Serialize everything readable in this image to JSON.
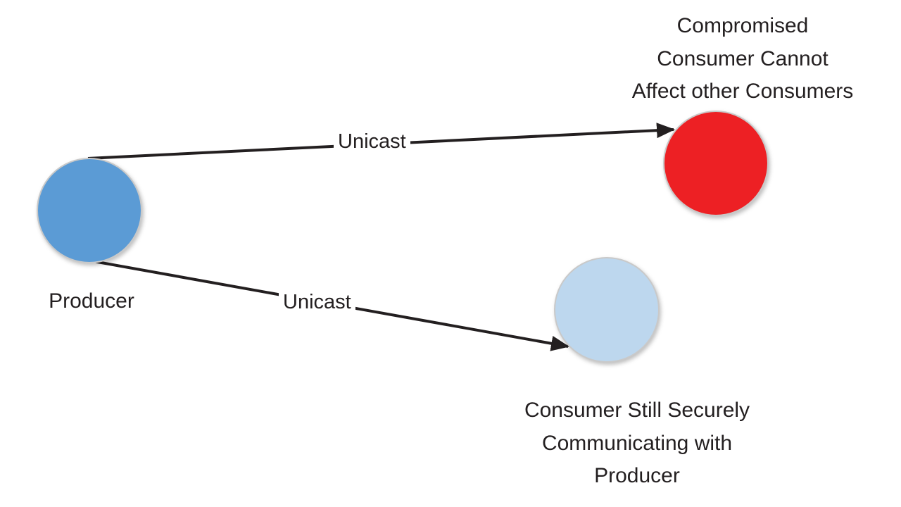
{
  "diagram": {
    "background": "#FFFFFF",
    "nodes": [
      {
        "id": "producer",
        "label": "Producer",
        "color": "#5B9BD5"
      },
      {
        "id": "compromised-consumer",
        "label": "Compromised\nConsumer Cannot\nAffect other Consumers",
        "color": "#ED2024"
      },
      {
        "id": "secure-consumer",
        "label": "Consumer Still Securely\nCommunicating with\nProducer",
        "color": "#BDD7EE"
      }
    ],
    "edges": [
      {
        "from": "producer",
        "to": "compromised-consumer",
        "label": "Unicast"
      },
      {
        "from": "producer",
        "to": "secure-consumer",
        "label": "Unicast"
      }
    ],
    "colors": {
      "arrow": "#231F20",
      "text": "#231F20",
      "node_border": "#C9C9C9"
    }
  }
}
